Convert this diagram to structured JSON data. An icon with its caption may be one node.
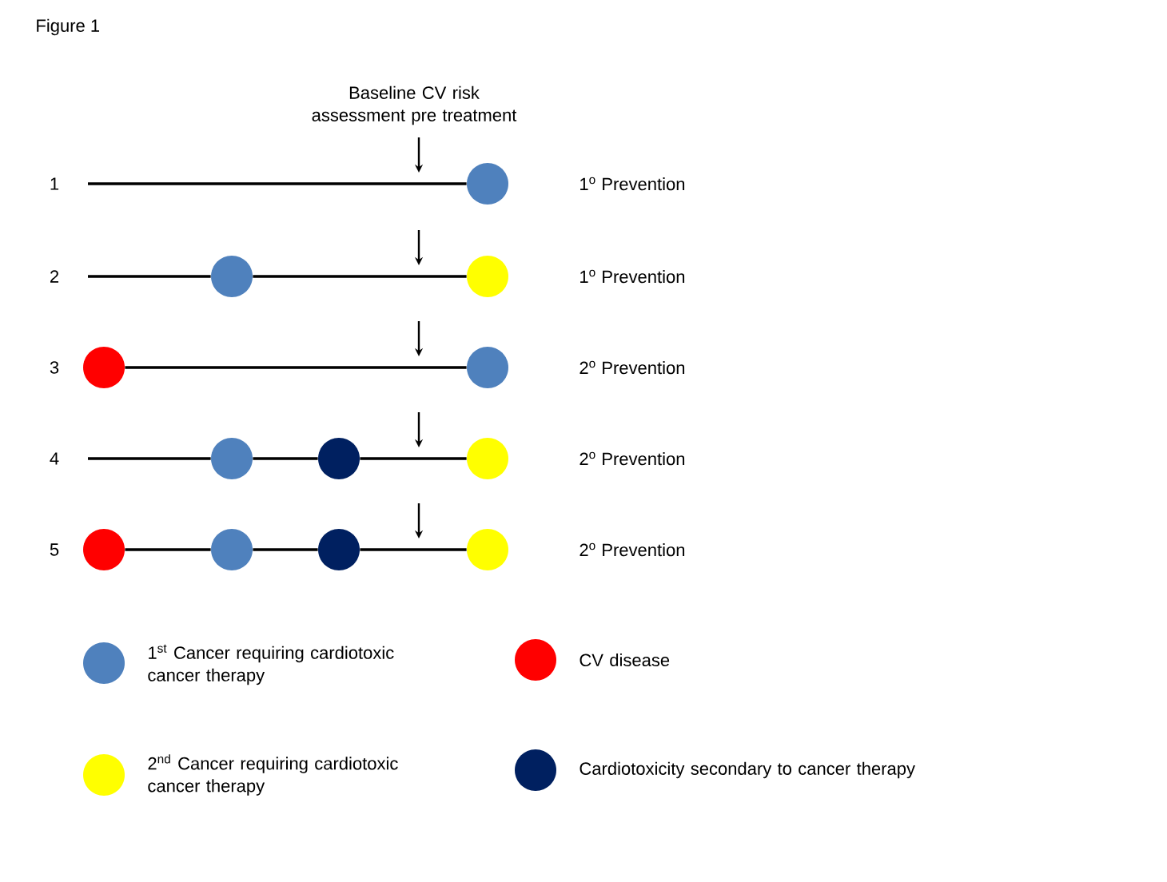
{
  "diagram": {
    "title": "Figure 1",
    "nodes": [
      {
        "text": [],
        "shape": "circle"
      },
      {
        "text": [],
        "shape": "circle"
      },
      {
        "text": [],
        "shape": "circle"
      },
      {
        "text": [],
        "shape": "circle"
      },
      {
        "text": [],
        "shape": "circle"
      },
      {
        "text": [],
        "shape": "circle"
      },
      {
        "text": [],
        "shape": "circle"
      },
      {
        "text": [],
        "shape": "circle"
      },
      {
        "text": [],
        "shape": "circle"
      },
      {
        "text": [],
        "shape": "circle"
      },
      {
        "text": [],
        "shape": "circle"
      },
      {
        "text": [],
        "shape": "circle"
      }
    ],
    "edges": [
      {
        "from": null,
        "to": 0,
        "arrow": "none"
      },
      {
        "from": null,
        "to": 1,
        "arrow": "none"
      },
      {
        "from": 1,
        "to": 2,
        "arrow": "none"
      },
      {
        "from": 3,
        "to": 4,
        "arrow": "none"
      },
      {
        "from": null,
        "to": 5,
        "arrow": "none"
      },
      {
        "from": 5,
        "to": 6,
        "arrow": "none"
      },
      {
        "from": 6,
        "to": 7,
        "arrow": "none"
      },
      {
        "from": 8,
        "to": 9,
        "arrow": "none"
      },
      {
        "from": 9,
        "to": 10,
        "arrow": "none"
      },
      {
        "from": 10,
        "to": 11,
        "arrow": "none"
      }
    ],
    "labels": [
      "Baseline CV risk assessment pre treatment",
      "1",
      "1$^{o}$ Prevention",
      "2",
      "1$^{o}$ Prevention",
      "3",
      "2$^{o}$ Prevention",
      "4",
      "2$^{o}$ Prevention",
      "5",
      "2$^{o}$ Prevention"
    ],
    "legend": [
      {
        "text": "1$^{st}$ Cancer requiring cardiotoxic cancer therapy",
        "color": "#4f81bd"
      },
      {
        "text": "CV disease",
        "color": "#ff0000"
      },
      {
        "text": "2$^{nd}$ Cancer requiring cardiotoxic cancer therapy",
        "color": "#ffff00"
      },
      {
        "text": "Cardiotoxicity secondary to cancer therapy",
        "color": "#002060"
      }
    ]
  }
}
